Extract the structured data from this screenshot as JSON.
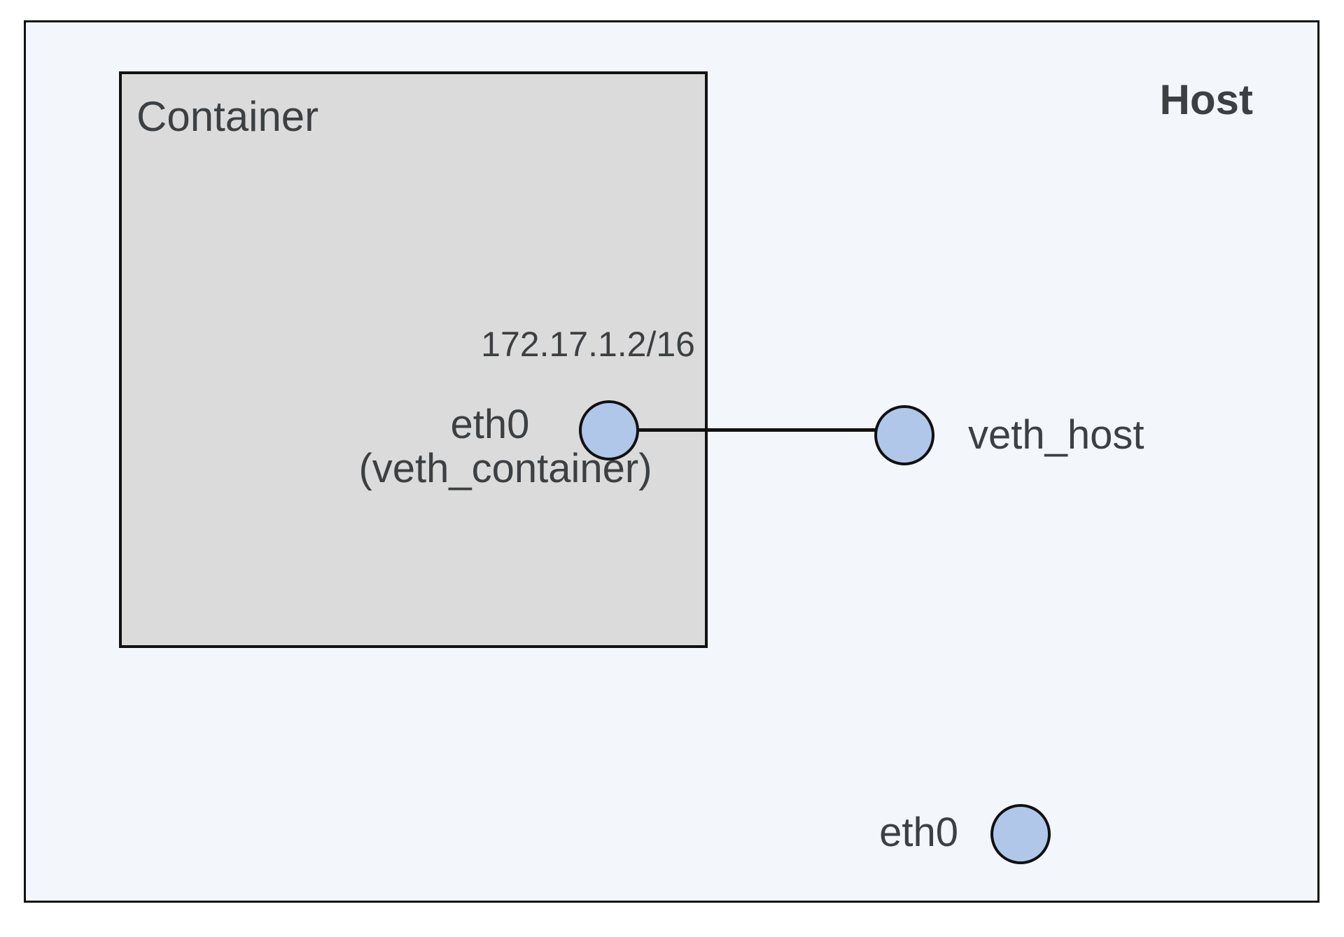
{
  "diagram": {
    "title_hint": "container-host veth pair network diagram",
    "host": {
      "label": "Host"
    },
    "container": {
      "label": "Container"
    },
    "nodes": {
      "veth_container": {
        "ip": "172.17.1.2/16",
        "label_line1": "eth0",
        "label_line2": "(veth_container)"
      },
      "veth_host": {
        "label": "veth_host"
      },
      "host_eth0": {
        "label": "eth0"
      }
    },
    "edges": [
      {
        "from": "veth_container",
        "to": "veth_host"
      }
    ]
  },
  "colors": {
    "host_fill": "#f3f6fb",
    "container_fill": "#dbdbdb",
    "node_fill": "#b0c7e9",
    "stroke": "#111111",
    "text": "#3d4043"
  }
}
